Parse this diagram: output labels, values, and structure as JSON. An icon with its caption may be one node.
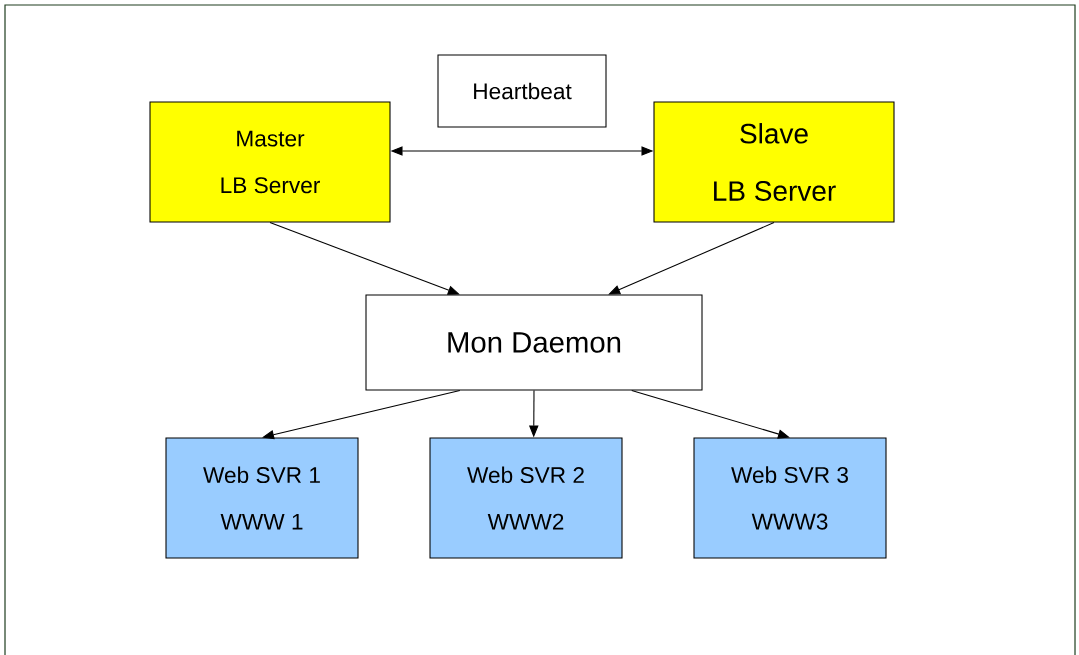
{
  "diagram": {
    "nodes": [
      {
        "text": [
          "Heartbeat"
        ]
      },
      {
        "text": [
          "Master",
          "LB Server"
        ]
      },
      {
        "text": [
          "Slave",
          "LB Server"
        ]
      },
      {
        "text": [
          "Mon Daemon"
        ]
      },
      {
        "text": [
          "Web SVR 1",
          "WWW 1"
        ]
      },
      {
        "text": [
          "Web SVR 2",
          "WWW2"
        ]
      },
      {
        "text": [
          "Web SVR 3",
          "WWW3"
        ]
      }
    ],
    "edges": [
      {
        "from": 1,
        "to": 2,
        "arrow": "both"
      },
      {
        "from": 1,
        "to": 3,
        "arrow": "to"
      },
      {
        "from": 2,
        "to": 3,
        "arrow": "to"
      },
      {
        "from": 3,
        "to": 4,
        "arrow": "to"
      },
      {
        "from": 3,
        "to": 5,
        "arrow": "to"
      },
      {
        "from": 3,
        "to": 6,
        "arrow": "to"
      }
    ]
  }
}
